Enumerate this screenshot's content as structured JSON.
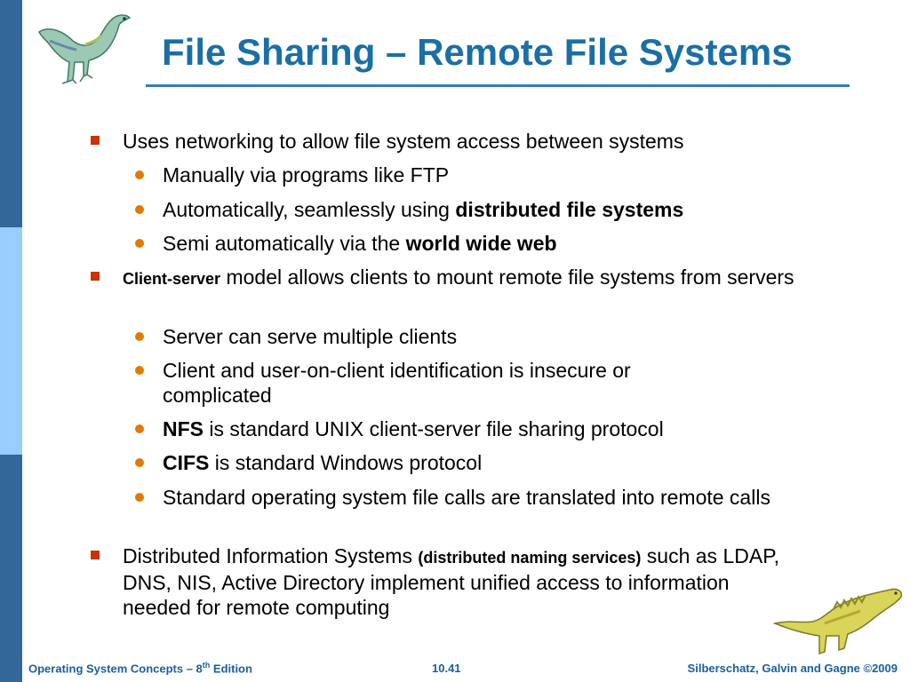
{
  "title": "File Sharing – Remote File Systems",
  "bullets": [
    {
      "text": "Uses networking to allow file system access between systems"
    },
    {
      "text": "Manually via programs like FTP"
    },
    {
      "pre": "Automatically, seamlessly using ",
      "bold": "distributed file systems"
    },
    {
      "pre": "Semi automatically via the ",
      "bold": "world wide web"
    },
    {
      "bold_small": "Client-server",
      "post": " model allows clients to mount remote file systems from servers"
    },
    {
      "text": "Server can serve multiple clients"
    },
    {
      "text": "Client and user-on-client identification is insecure or complicated"
    },
    {
      "bold": "NFS",
      "post": " is standard UNIX client-server file sharing protocol"
    },
    {
      "bold": "CIFS",
      "post": " is standard Windows protocol"
    },
    {
      "text": "Standard operating system file calls are translated into remote calls"
    },
    {
      "pre": "Distributed Information Systems ",
      "bold_small": "(distributed naming services)",
      "post": " such as LDAP, DNS, NIS, Active Directory implement unified access to information needed for remote computing"
    }
  ],
  "footer": {
    "left_pre": "Operating System Concepts – 8",
    "left_sup": "th",
    "left_post": " Edition",
    "center": "10.41",
    "right": "Silberschatz, Galvin and Gagne ©2009"
  },
  "colors": {
    "title": "#1a6fa6",
    "sidebar_dark": "#336699",
    "sidebar_light": "#99ccff",
    "square_bullet": "#cc3300",
    "round_bullet": "#e07b00"
  }
}
